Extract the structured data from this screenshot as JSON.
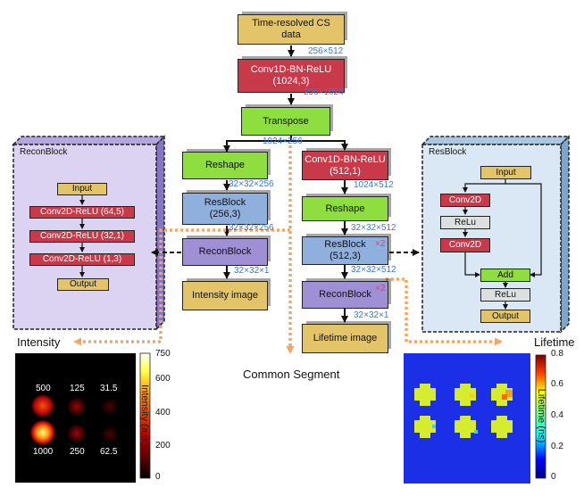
{
  "main": {
    "input": "Time-resolved CS data",
    "input_dim": "256×512",
    "conv1": "Conv1D-BN-ReLU (1024,3)",
    "conv1_dim": "256×1024",
    "transpose": "Transpose",
    "transpose_dim": "1024×256",
    "common_segment": "Common Segment"
  },
  "left_branch": {
    "reshape": "Reshape",
    "reshape_dim": "32×32×256",
    "resblock": "ResBlock (256,3)",
    "resblock_dim": "32×32×256",
    "reconblock": "ReconBlock",
    "reconblock_dim": "32×32×1",
    "output": "Intensity image"
  },
  "right_branch": {
    "conv": "Conv1D-BN-ReLU (512,1)",
    "conv_dim": "1024×512",
    "reshape": "Reshape",
    "reshape_dim": "32×32×512",
    "resblock": "ResBlock (512,3)",
    "resblock_mult": "×2",
    "resblock_dim": "32×32×512",
    "reconblock": "ReconBlock",
    "reconblock_mult": "×2",
    "reconblock_dim": "32×32×1",
    "output": "Lifetime image"
  },
  "recon_panel": {
    "title": "ReconBlock",
    "input": "Input",
    "l1": "Conv2D-ReLU (64,5)",
    "l2": "Conv2D-ReLU (32,1)",
    "l3": "Conv2D-ReLU (1,3)",
    "output": "Output"
  },
  "res_panel": {
    "title": "ResBlock",
    "input": "Input",
    "conv1": "Conv2D",
    "relu1": "ReLu",
    "conv2": "Conv2D",
    "add": "Add",
    "relu2": "ReLu",
    "output": "Output"
  },
  "intensity": {
    "label": "Intensity",
    "colorbar_title": "Intensity (a.u.)",
    "ticks": [
      "750",
      "600",
      "400",
      "200",
      "0"
    ],
    "values": [
      "500",
      "125",
      "31.5",
      "1000",
      "250",
      "62.5"
    ]
  },
  "lifetime": {
    "label": "Lifetime",
    "colorbar_title": "Lifetime (ns)",
    "ticks": [
      "0.8",
      "0.6",
      "0.4",
      "0.2",
      "0"
    ]
  },
  "colors": {
    "data_box": "#e3c468",
    "conv_box": "#c83a4a",
    "transform_box": "#8fde3f",
    "resblock_box": "#8fb0dc",
    "reconblock_box": "#9f8fd4",
    "dimension_text": "#3a78d8",
    "multiplier_text": "#e0406a",
    "recon_panel_bg": "#dcd2f2",
    "res_panel_bg": "#d9e8f4"
  }
}
